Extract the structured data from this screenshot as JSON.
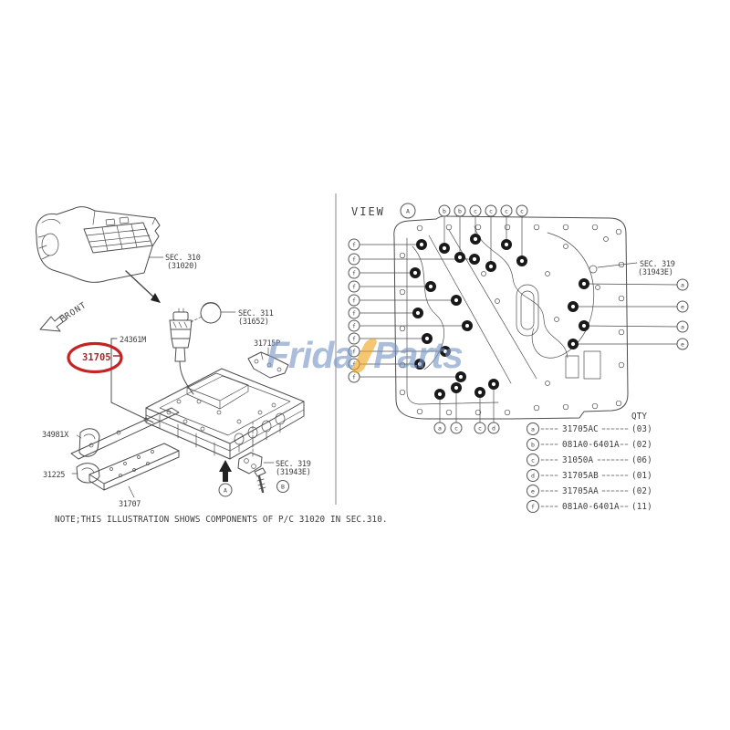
{
  "note_text": "NOTE;THIS ILLUSTRATION SHOWS COMPONENTS OF P/C 31020 IN SEC.310.",
  "watermark": {
    "text_left": "Frida",
    "text_right": "Parts",
    "text_color": "#7796c5",
    "accent_color": "#f2a51d"
  },
  "colors": {
    "highlight_red": "#c42424",
    "line_gray": "#4d4d4d",
    "bolt_black": "#191919"
  },
  "left_diagram": {
    "sec310_label_1": "SEC. 310",
    "sec310_label_2": "(31020)",
    "front_label": "FRONT",
    "harness_label": "24361M",
    "highlight_part_label": "31705",
    "sec311_label_1": "SEC. 311",
    "sec311_label_2": "(31652)",
    "bracket_label": "31715P",
    "gasket_label": "34981X",
    "clip_label": "31225",
    "plate_label": "31707",
    "sec319_label_1": "SEC. 319",
    "sec319_label_2": "(31943E)",
    "view_marker": "A",
    "bolt_marker": "B"
  },
  "view_a": {
    "title": "VIEW",
    "marker": "A",
    "sec319_label_1": "SEC. 319",
    "sec319_label_2": "(31943E)",
    "left_callouts": [
      "f",
      "f",
      "f",
      "f",
      "f",
      "f",
      "f",
      "f",
      "f",
      "f",
      "f"
    ],
    "top_callouts": [
      "b",
      "b",
      "c",
      "c",
      "c",
      "c"
    ],
    "bottom_callouts": [
      "a",
      "c",
      "c",
      "d"
    ],
    "right_callouts": [
      "a",
      "e",
      "a",
      "e"
    ]
  },
  "legend": {
    "qty_header": "QTY",
    "rows": [
      {
        "letter": "a",
        "part": "31705AC",
        "qty": "(03)"
      },
      {
        "letter": "b",
        "part": "081A0-6401A",
        "qty": "(02)"
      },
      {
        "letter": "c",
        "part": "31050A",
        "qty": "(06)"
      },
      {
        "letter": "d",
        "part": "31705AB",
        "qty": "(01)"
      },
      {
        "letter": "e",
        "part": "31705AA",
        "qty": "(02)"
      },
      {
        "letter": "f",
        "part": "081A0-6401A",
        "qty": "(11)"
      }
    ]
  }
}
